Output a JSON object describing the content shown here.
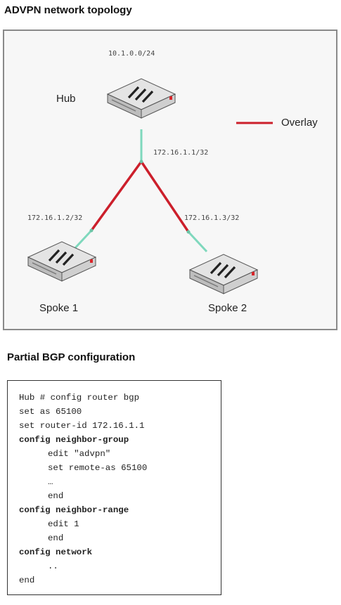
{
  "diagram": {
    "title": "ADVPN network topology",
    "legend": {
      "label": "Overlay",
      "color": "#cc1f2b"
    },
    "colors": {
      "overlay": "#cc1f2b",
      "underlay": "#7fd8bd"
    },
    "nodes": {
      "hub": {
        "label": "Hub",
        "subnet": "10.1.0.0/24",
        "ip": "172.16.1.1/32"
      },
      "spoke1": {
        "label": "Spoke 1",
        "ip": "172.16.1.2/32"
      },
      "spoke2": {
        "label": "Spoke 2",
        "ip": "172.16.1.3/32"
      }
    }
  },
  "config": {
    "title": "Partial BGP configuration",
    "lines": [
      "Hub # config router bgp",
      "set as 65100",
      "set router-id 172.16.1.1",
      "config neighbor-group",
      "edit \"advpn\"",
      "set remote-as 65100",
      "…",
      "end",
      "config neighbor-range",
      "edit 1",
      "end",
      "config network",
      "..",
      "end"
    ]
  }
}
